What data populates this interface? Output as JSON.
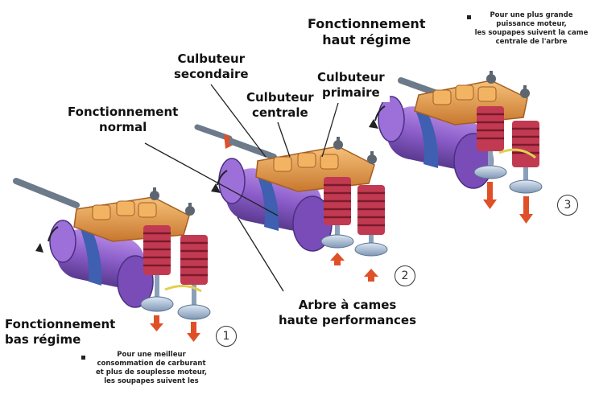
{
  "labels": {
    "haut_regime": [
      "Fonctionnement",
      "haut régime"
    ],
    "culbuteur_secondaire": [
      "Culbuteur",
      "secondaire"
    ],
    "culbuteur_primaire": [
      "Culbuteur",
      "primaire"
    ],
    "culbuteur_centrale": [
      "Culbuteur",
      "centrale"
    ],
    "fonctionnement_normal": [
      "Fonctionnement",
      "normal"
    ],
    "arbre_a_cames": [
      "Arbre à cames",
      "haute performances"
    ],
    "bas_regime": [
      "Fonctionnement",
      "bas régime"
    ]
  },
  "notes": {
    "top_right": [
      "Pour une plus grande",
      "puissance moteur,",
      "les soupapes suivent la came",
      "centrale de l'arbre"
    ],
    "bottom": [
      "Pour une meilleur",
      "consommation de carburant",
      "et plus de souplesse moteur,",
      "les soupapes suivent les"
    ]
  },
  "steps": [
    "1",
    "2",
    "3"
  ],
  "colors": {
    "camshaft": "#8a5cc8",
    "camshaft_dark": "#5a3a90",
    "cam_band": "#3f5fb0",
    "rocker": "#e8a050",
    "rocker_dark": "#b86a2a",
    "spring": "#b8304a",
    "valve": "#9fb4cc",
    "arrow": "#e05028"
  }
}
